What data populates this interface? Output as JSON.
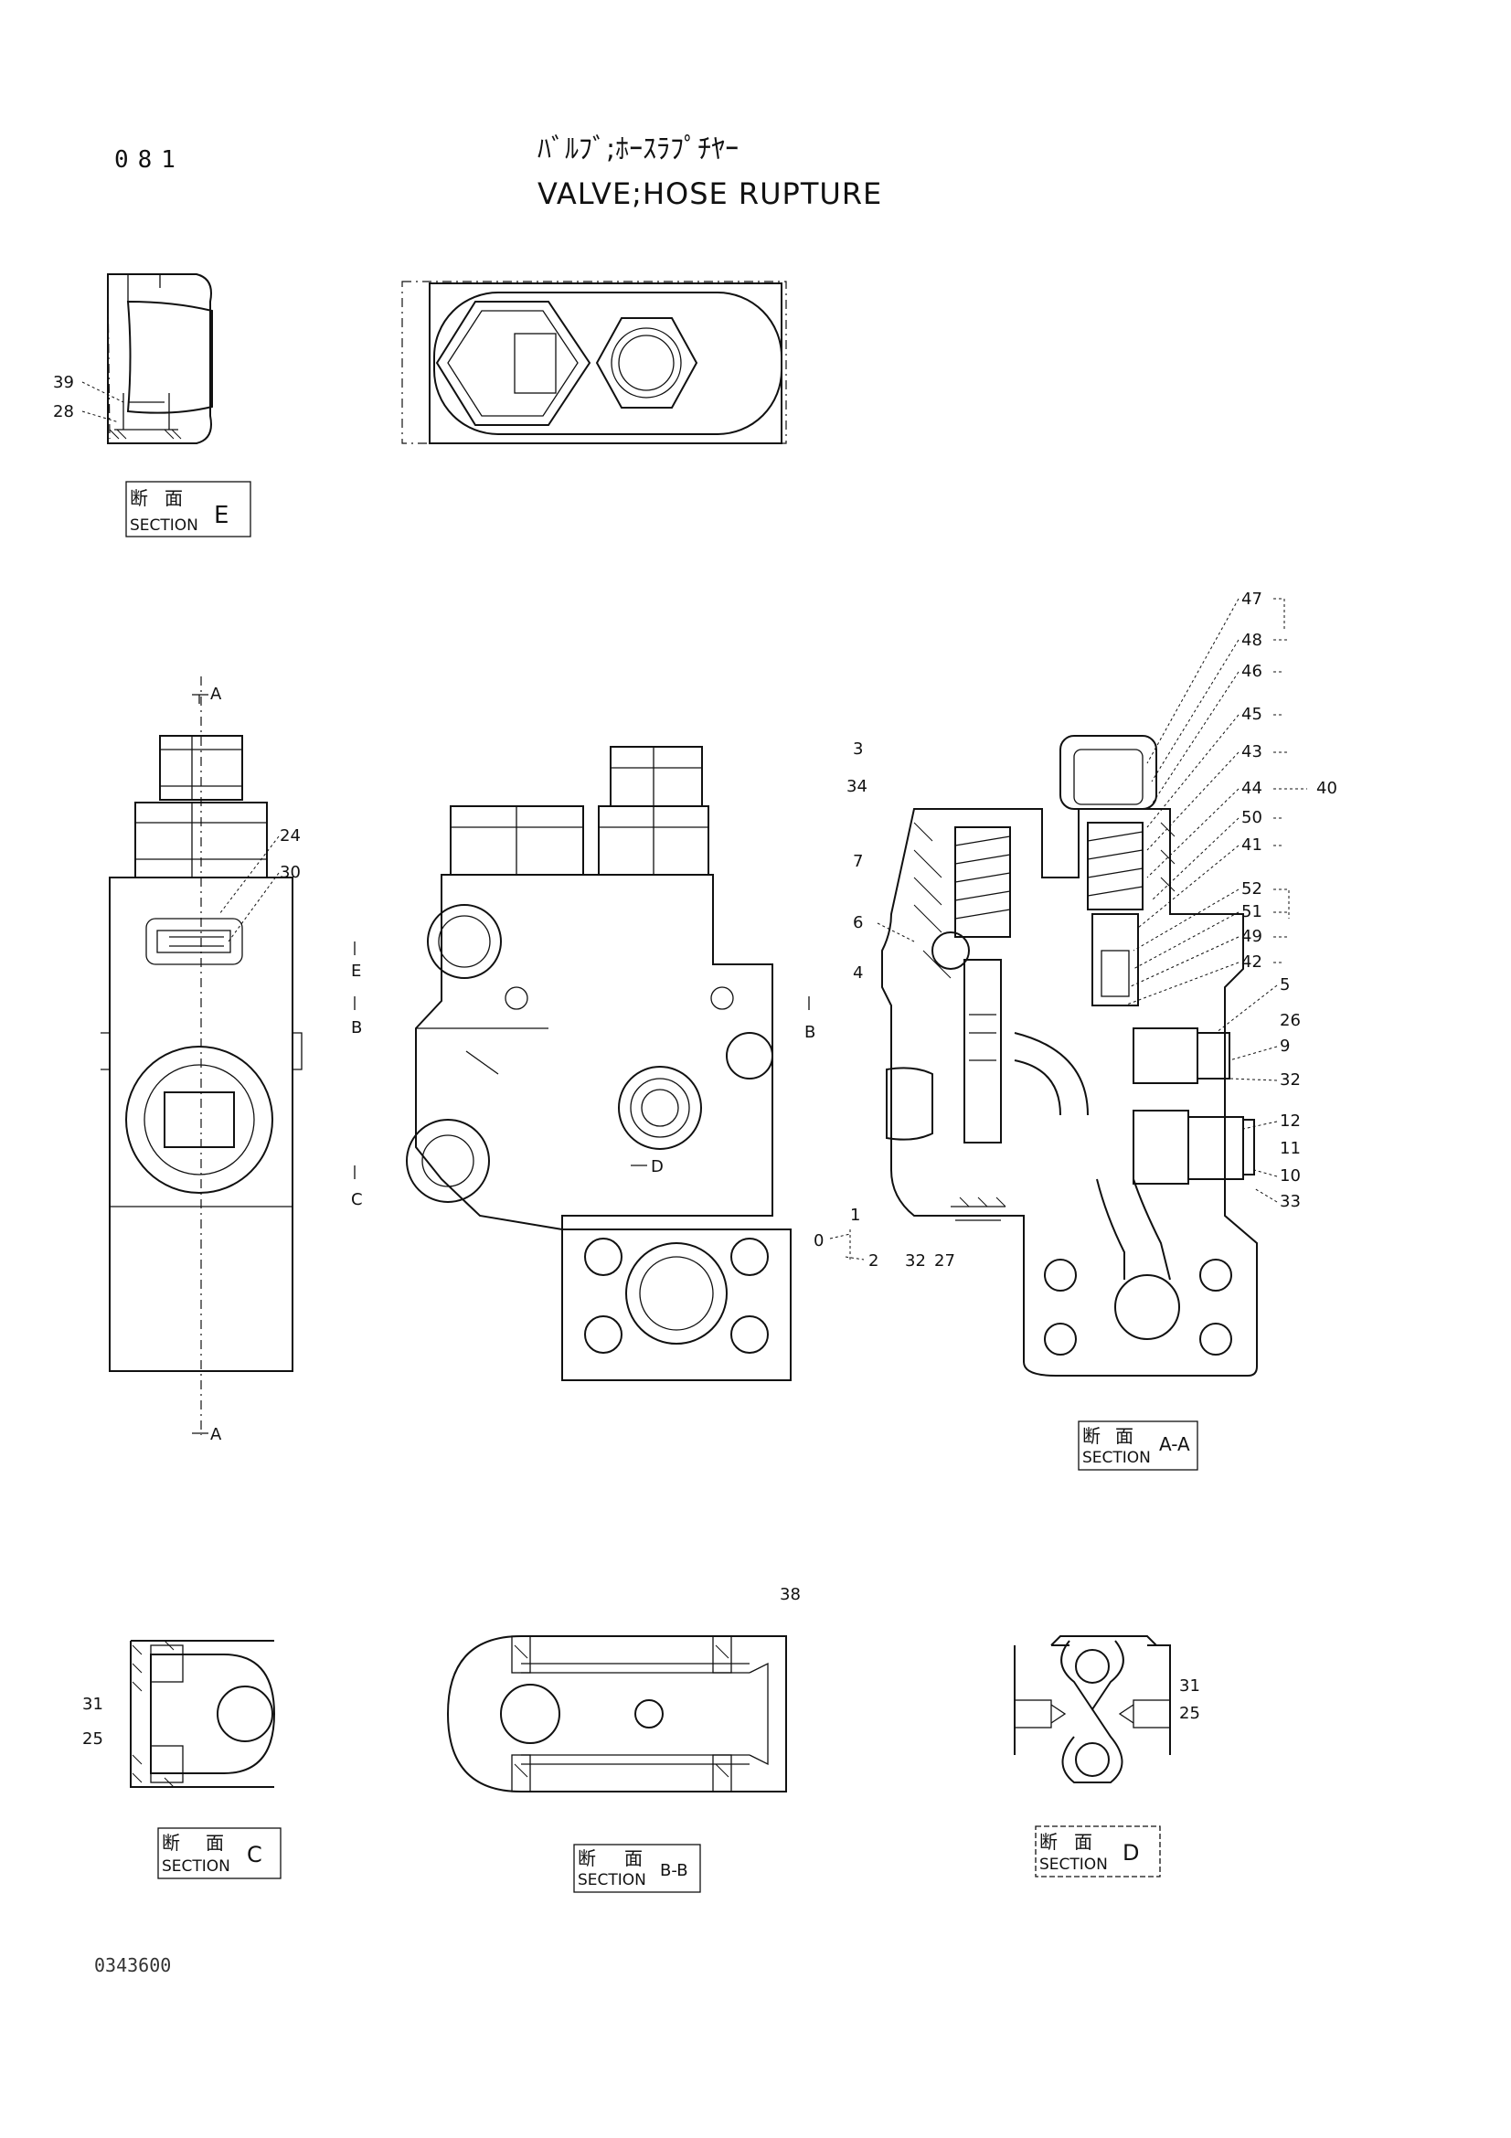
{
  "header": {
    "page_code": "081",
    "title_jp": "ﾊﾞﾙﾌﾞ;ﾎｰｽﾗﾌﾟﾁﾔｰ",
    "title_en": "VALVE;HOSE RUPTURE"
  },
  "section_labels": {
    "kanji_left": "断",
    "kanji_right": "面",
    "word": "SECTION",
    "e": "E",
    "aa": "A-A",
    "c": "C",
    "bb": "B-B",
    "d": "D",
    "d_word": "SECTION"
  },
  "view_markers": {
    "a_top": "A",
    "a_bottom": "A",
    "e": "E",
    "b_left": "B",
    "b_right": "B",
    "c": "C",
    "d": "D"
  },
  "callouts": {
    "section_e": [
      "39",
      "28"
    ],
    "front_view": [
      "24",
      "30"
    ],
    "section_aa_left": [
      "3",
      "34",
      "7",
      "6",
      "4"
    ],
    "section_aa_right": [
      "47",
      "48",
      "46",
      "45",
      "43",
      "44",
      "40",
      "50",
      "41",
      "52",
      "51",
      "49",
      "42",
      "5",
      "26",
      "9",
      "32",
      "12",
      "11",
      "10",
      "33"
    ],
    "section_aa_bottom": [
      "0",
      "1",
      "2",
      "32",
      "27"
    ],
    "section_c": [
      "31",
      "25"
    ],
    "section_bb": "38",
    "section_d": [
      "31",
      "25"
    ]
  },
  "footer": {
    "drawing_number": "0343600"
  }
}
